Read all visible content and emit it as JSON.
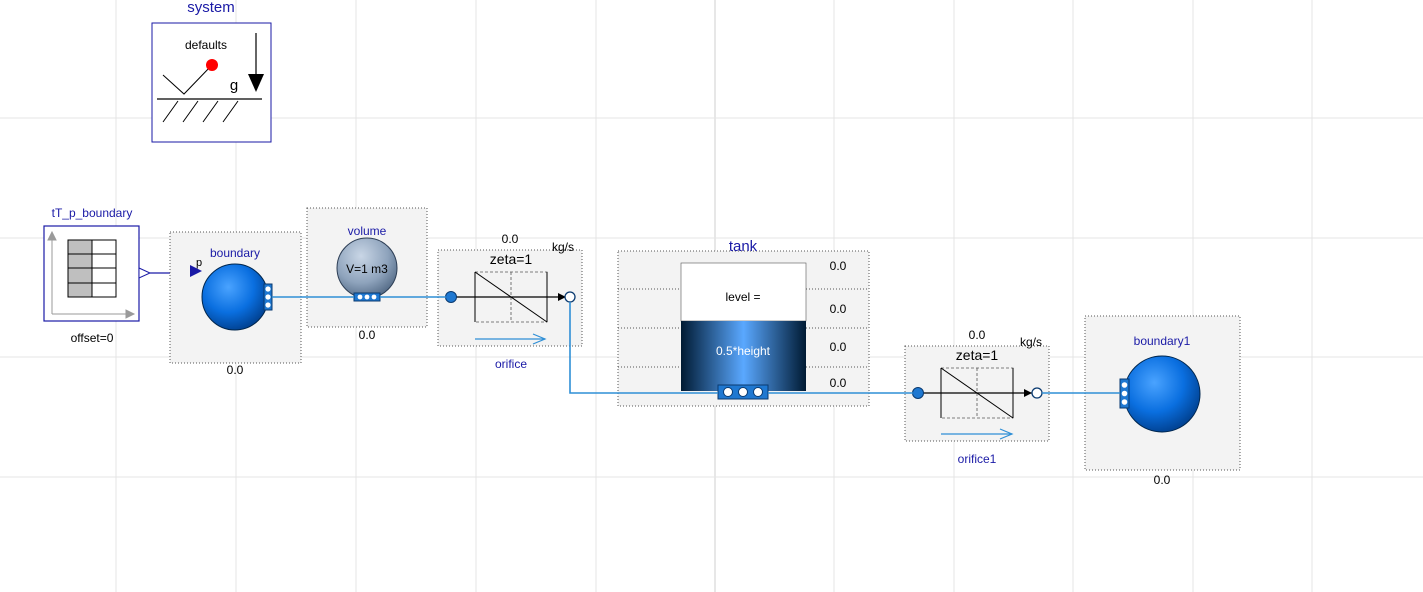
{
  "components": {
    "system": {
      "name": "system",
      "label": "defaults",
      "gravity_symbol": "g"
    },
    "source": {
      "name": "tT_p_boundary",
      "param": "offset=0"
    },
    "boundary": {
      "name": "boundary",
      "port_label": "p",
      "value": "0.0"
    },
    "volume": {
      "name": "volume",
      "param": "V=1 m3",
      "value": "0.0"
    },
    "orifice": {
      "name": "orifice",
      "param": "zeta=1",
      "value_top": "0.0",
      "unit": "kg/s"
    },
    "tank": {
      "name": "tank",
      "level_label": "level =",
      "height_label": "0.5*height",
      "side_values": [
        "0.0",
        "0.0",
        "0.0",
        "0.0"
      ]
    },
    "orifice1": {
      "name": "orifice1",
      "param": "zeta=1",
      "value_top": "0.0",
      "unit": "kg/s"
    },
    "boundary1": {
      "name": "boundary1",
      "value": "0.0"
    }
  },
  "colors": {
    "component_name": "#1a1aa6",
    "pipe": "#2f8fd6",
    "port_fill": "#1f78d1",
    "grid": "#e4e4e4",
    "frame": "#f3f3f3"
  }
}
